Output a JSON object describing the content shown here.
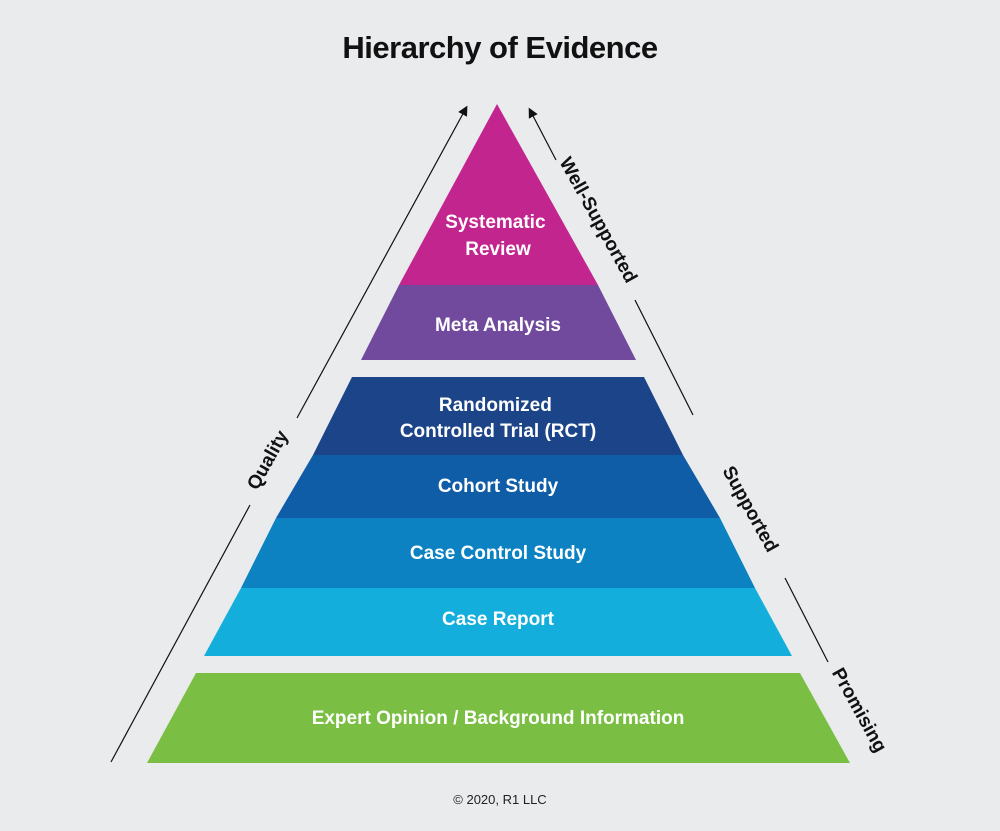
{
  "title": "Hierarchy of Evidence",
  "copyright": "© 2020, R1 LLC",
  "tiers": [
    {
      "lines": [
        "Systematic",
        "Review"
      ],
      "color": "#c3258f"
    },
    {
      "lines": [
        "Meta Analysis"
      ],
      "color": "#714a9e"
    },
    {
      "lines": [
        "Randomized",
        "Controlled Trial (RCT)"
      ],
      "color": "#1c4488"
    },
    {
      "lines": [
        "Cohort Study"
      ],
      "color": "#0f5da6"
    },
    {
      "lines": [
        "Case Control Study"
      ],
      "color": "#0c82c3"
    },
    {
      "lines": [
        "Case Report"
      ],
      "color": "#14aedc"
    },
    {
      "lines": [
        "Expert Opinion / Background Information"
      ],
      "color": "#7abf43"
    }
  ],
  "axis_left": {
    "label": "Quality"
  },
  "axis_right": {
    "labels": [
      "Well-Supported",
      "Supported",
      "Promising"
    ]
  }
}
